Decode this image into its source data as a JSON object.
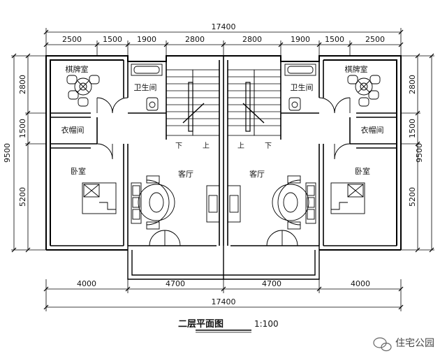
{
  "dimensions": {
    "top_total": "17400",
    "top_segments": [
      "2500",
      "1500",
      "1900",
      "2800",
      "2800",
      "1900",
      "1500",
      "2500"
    ],
    "bottom_segments": [
      "4000",
      "4700",
      "4700",
      "4000"
    ],
    "bottom_total": "17400",
    "left_total": "9500",
    "left_segments": [
      "2800",
      "1500",
      "5200"
    ],
    "right_total": "9500",
    "right_segments": [
      "2800",
      "1500",
      "5200"
    ]
  },
  "rooms": {
    "chess_room": "棋牌室",
    "bathroom": "卫生间",
    "cloakroom": "衣帽间",
    "bedroom": "卧室",
    "living_room": "客厅"
  },
  "stairs": {
    "down": "下",
    "up": "上"
  },
  "title": "二层平面图",
  "scale": "1:100",
  "watermark": "住宅公园"
}
